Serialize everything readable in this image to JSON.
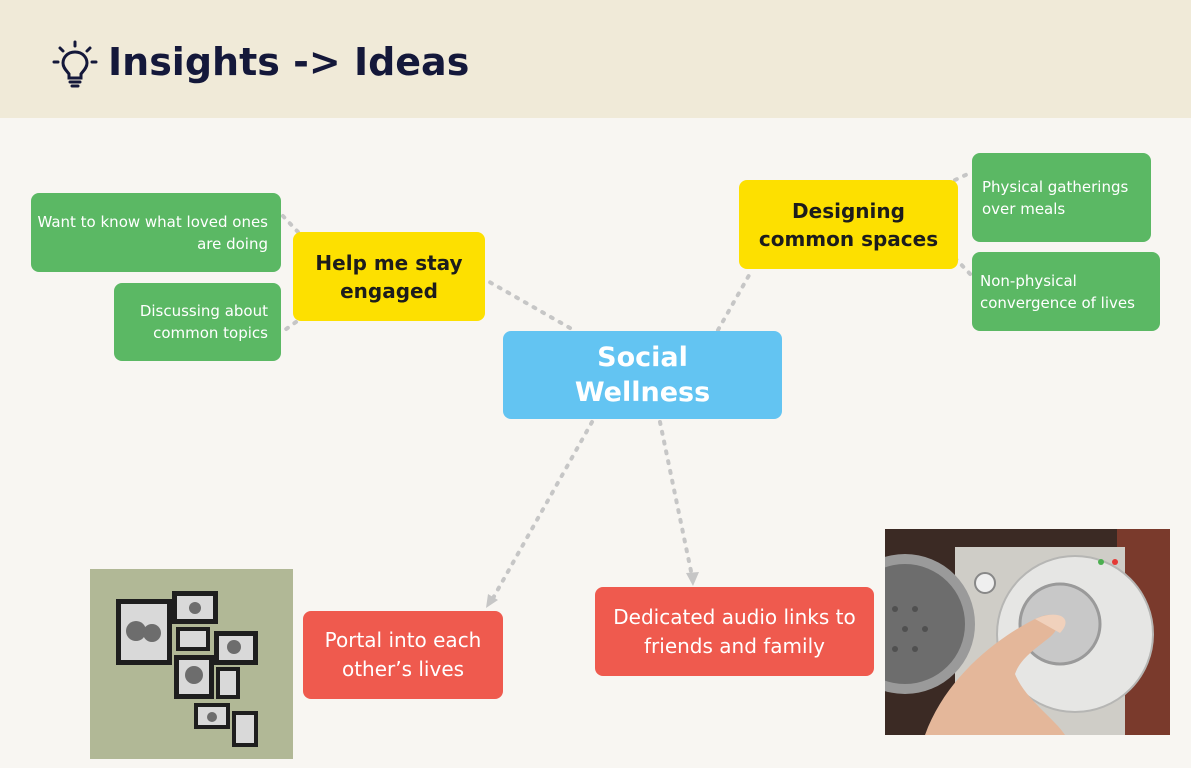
{
  "header": {
    "title": "Insights -> Ideas",
    "icon": "lightbulb-icon"
  },
  "colors": {
    "header_bg": "#f0ead8",
    "canvas_bg": "#f8f6f2",
    "green": "#5bb864",
    "yellow": "#fde000",
    "blue": "#63c4f2",
    "red": "#ef5a4e",
    "link": "#c6c6c6"
  },
  "center": {
    "label": "Social\nWellness"
  },
  "branches": {
    "engaged": {
      "label": "Help me stay engaged",
      "children": [
        "Want to know what loved ones are doing",
        "Discussing about common topics"
      ]
    },
    "spaces": {
      "label": "Designing common spaces",
      "children": [
        "Physical gatherings over meals",
        "Non-physical convergence of lives"
      ]
    }
  },
  "ideas": [
    {
      "label": "Portal into each other’s lives",
      "image": "photo-frames-wall"
    },
    {
      "label": "Dedicated audio links to friends and family",
      "image": "radio-dial"
    }
  ]
}
